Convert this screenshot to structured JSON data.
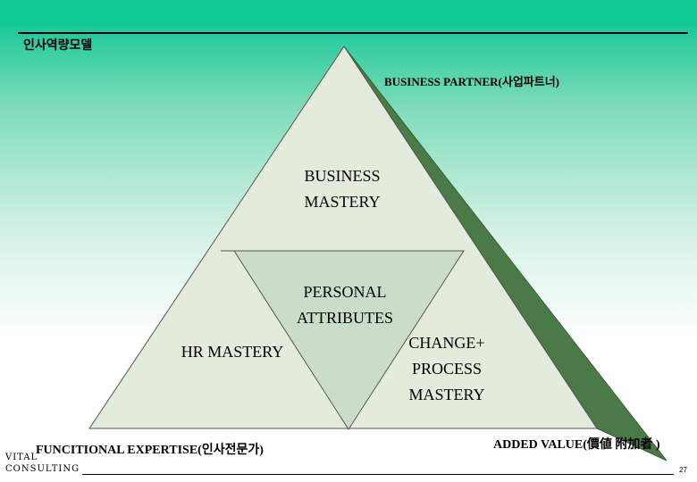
{
  "page": {
    "title": "인사역량모델",
    "page_number": "27"
  },
  "logo": {
    "line1": "VITAL",
    "line2": "CONSULTING"
  },
  "diagram": {
    "apex_label": "BUSINESS PARTNER(사업파트너)",
    "top_section": "BUSINESS MASTERY",
    "center_section": "PERSONAL ATTRIBUTES",
    "left_section": "HR MASTERY",
    "right_section": "CHANGE+ PROCESS MASTERY",
    "bottom_left_label": "FUNCITIONAL EXPERTISE(인사전문가)",
    "bottom_right_label": "ADDED VALUE(價値 附加者 )"
  },
  "colors": {
    "header_bar": "#12c893",
    "triangle_face": "#e3ebdd",
    "center_triangle": "#cbdccb",
    "side_face": "#4a7a47"
  }
}
